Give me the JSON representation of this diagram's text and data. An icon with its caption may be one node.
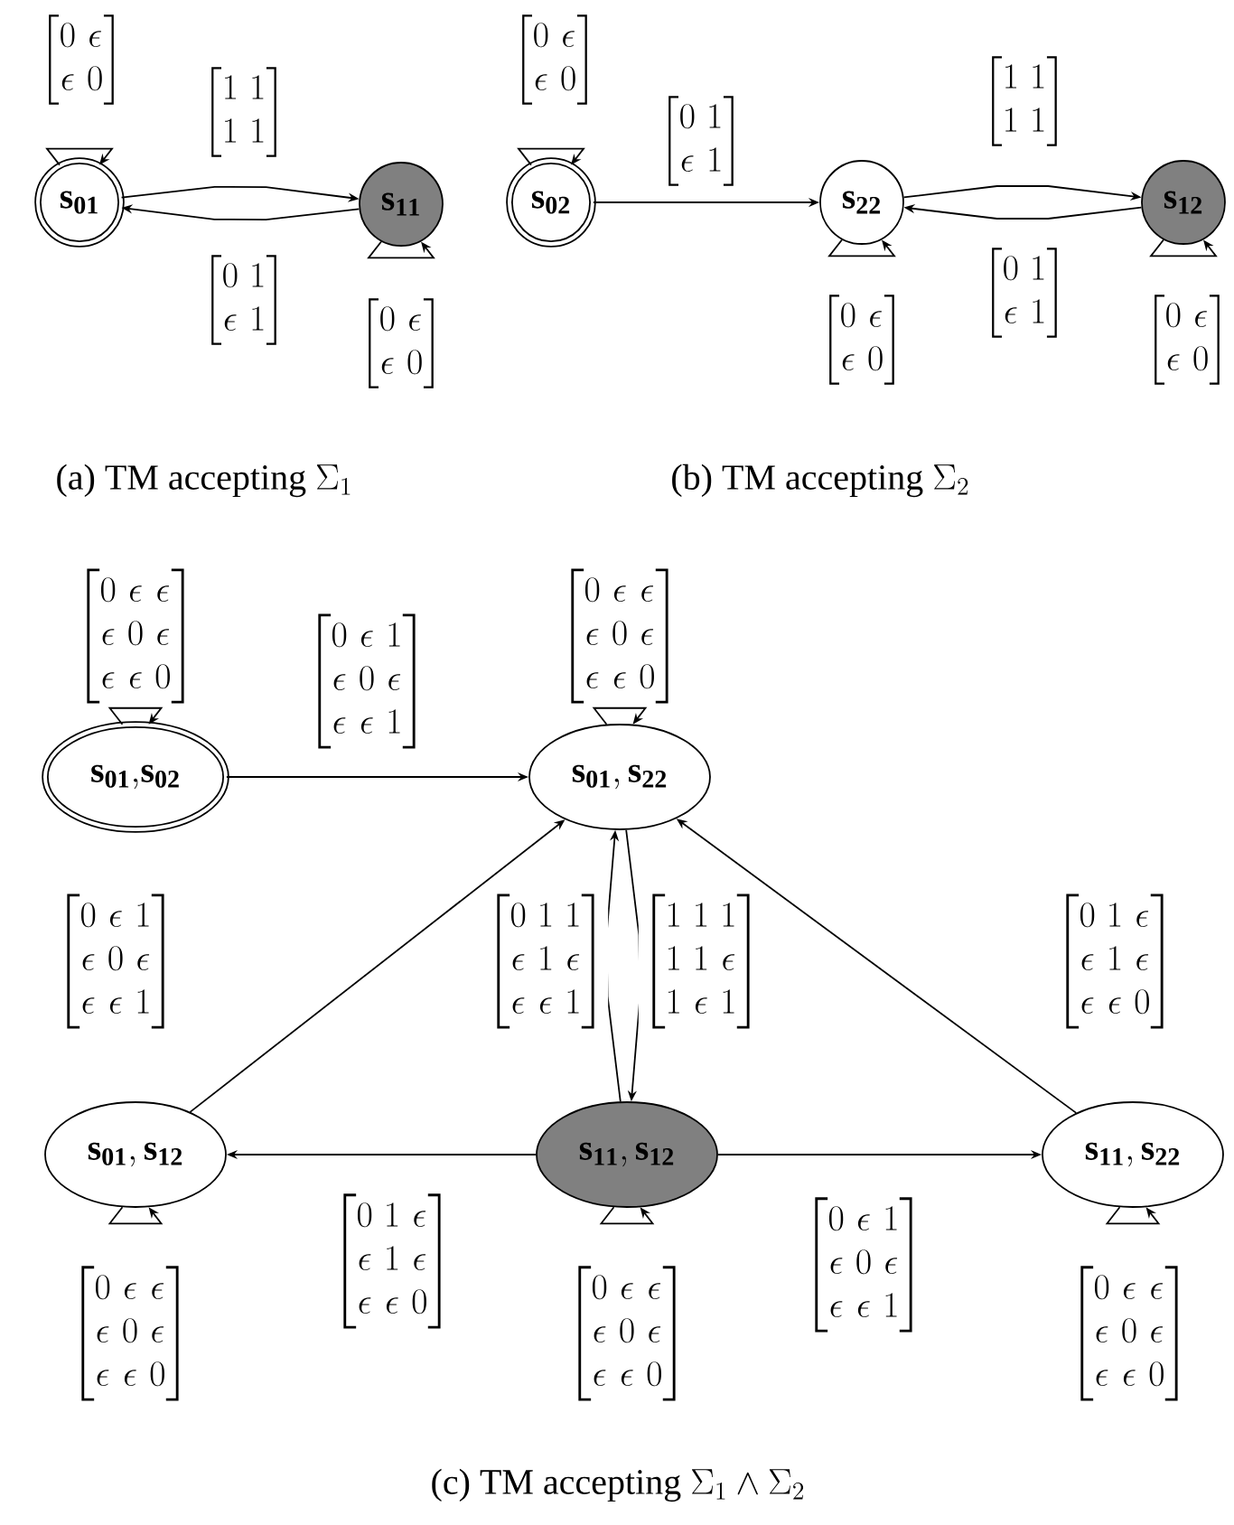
{
  "diagram": {
    "nodes": [
      {
        "text": [
          "\\mathbf{s_{01}}"
        ]
      },
      {
        "text": [
          "\\mathbf{s_{11}}"
        ]
      },
      {
        "text": [
          "\\mathbf{s_{02}}"
        ]
      },
      {
        "text": [
          "\\mathbf{s_{22}}"
        ]
      },
      {
        "text": [
          "\\mathbf{s_{12}}"
        ]
      },
      {
        "text": [
          "\\mathbf{s_{01}{,}s_{02}}"
        ]
      },
      {
        "text": [
          "\\mathbf{s_{01}}, \\mathbf{s_{22}}"
        ]
      },
      {
        "text": [
          "\\mathbf{s_{01}}, \\mathbf{s_{12}}"
        ]
      },
      {
        "text": [
          "\\mathbf{s_{11}}, \\mathbf{s_{12}}"
        ]
      },
      {
        "text": [
          "\\mathbf{s_{11}}, \\mathbf{s_{22}}"
        ]
      }
    ],
    "edges": [
      {
        "from": 0,
        "to": 0,
        "arrow": "to",
        "label": "\\begin{bmatrix}0 & \\epsilon\\\\ \\epsilon & 0\\end{bmatrix}"
      },
      {
        "from": 0,
        "to": 1,
        "arrow": "to",
        "label": "\\begin{bmatrix}1 & 1\\\\ 1 & 1\\end{bmatrix}"
      },
      {
        "from": 1,
        "to": 0,
        "arrow": "to",
        "label": "\\begin{bmatrix}0 & 1\\\\ \\epsilon & 1\\end{bmatrix}"
      },
      {
        "from": 1,
        "to": 1,
        "arrow": "to",
        "label": "\\begin{bmatrix}0 & \\epsilon\\\\ \\epsilon & 0\\end{bmatrix}"
      },
      {
        "from": 2,
        "to": 2,
        "arrow": "to",
        "label": "\\begin{bmatrix}0 & \\epsilon\\\\ \\epsilon & 0\\end{bmatrix}"
      },
      {
        "from": 2,
        "to": 3,
        "arrow": "to",
        "label": "\\begin{bmatrix}0 & 1\\\\ \\epsilon & 1\\end{bmatrix}"
      },
      {
        "from": 3,
        "to": 4,
        "arrow": "to",
        "label": "\\begin{bmatrix}1 & 1\\\\ 1 & 1\\end{bmatrix}"
      },
      {
        "from": 4,
        "to": 3,
        "arrow": "to",
        "label": "\\begin{bmatrix}0 & 1\\\\ \\epsilon & 1\\end{bmatrix}"
      },
      {
        "from": 3,
        "to": 3,
        "arrow": "to",
        "label": "\\begin{bmatrix}0 & \\epsilon\\\\ \\epsilon & 0\\end{bmatrix}"
      },
      {
        "from": 4,
        "to": 4,
        "arrow": "to",
        "label": "\\begin{bmatrix}0 & \\epsilon\\\\ \\epsilon & 0\\end{bmatrix}"
      },
      {
        "from": 5,
        "to": 5,
        "arrow": "to",
        "label": "\\begin{bmatrix}0 & \\epsilon & \\epsilon\\\\ \\epsilon & 0 & \\epsilon\\\\ \\epsilon & \\epsilon & 0\\end{bmatrix}"
      },
      {
        "from": 5,
        "to": 6,
        "arrow": "to",
        "label": "\\begin{bmatrix}0 & \\epsilon & 1\\\\ \\epsilon & 0 & \\epsilon\\\\ \\epsilon & \\epsilon & 1\\end{bmatrix}"
      },
      {
        "from": 6,
        "to": 6,
        "arrow": "to",
        "label": "\\begin{bmatrix}0 & \\epsilon & \\epsilon\\\\ \\epsilon & 0 & \\epsilon\\\\ \\epsilon & \\epsilon & 0\\end{bmatrix}"
      },
      {
        "from": 7,
        "to": 6,
        "arrow": "to",
        "label": "\\begin{bmatrix}0 & \\epsilon & 1\\\\ \\epsilon & 0 & \\epsilon\\\\ \\epsilon & \\epsilon & 1\\end{bmatrix}"
      },
      {
        "from": 8,
        "to": 6,
        "arrow": "to",
        "label": "\\begin{bmatrix}0 & 1 & 1\\\\ \\epsilon & 1 & \\epsilon\\\\ \\epsilon & \\epsilon & 1\\end{bmatrix}"
      },
      {
        "from": 6,
        "to": 8,
        "arrow": "to",
        "label": "\\begin{bmatrix}1 & 1 & 1\\\\ 1 & 1 & \\epsilon\\\\ 1 & \\epsilon & 1\\end{bmatrix}"
      },
      {
        "from": 9,
        "to": 6,
        "arrow": "to",
        "label": "\\begin{bmatrix}0 & 1 & \\epsilon\\\\ \\epsilon & 1 & \\epsilon\\\\ \\epsilon & \\epsilon & 0\\end{bmatrix}"
      },
      {
        "from": 8,
        "to": 7,
        "arrow": "to",
        "label": "\\begin{bmatrix}0 & 1 & \\epsilon\\\\ \\epsilon & 1 & \\epsilon\\\\ \\epsilon & \\epsilon & 0\\end{bmatrix}"
      },
      {
        "from": 8,
        "to": 9,
        "arrow": "to",
        "label": "\\begin{bmatrix}0 & \\epsilon & 1\\\\ \\epsilon & 0 & \\epsilon\\\\ \\epsilon & \\epsilon & 1\\end{bmatrix}"
      },
      {
        "from": 7,
        "to": 7,
        "arrow": "to",
        "label": "\\begin{bmatrix}0 & \\epsilon & \\epsilon\\\\ \\epsilon & 0 & \\epsilon\\\\ \\epsilon & \\epsilon & 0\\end{bmatrix}"
      },
      {
        "from": 8,
        "to": 8,
        "arrow": "to",
        "label": "\\begin{bmatrix}0 & \\epsilon & \\epsilon\\\\ \\epsilon & 0 & \\epsilon\\\\ \\epsilon & \\epsilon & 0\\end{bmatrix}"
      },
      {
        "from": 9,
        "to": 9,
        "arrow": "to",
        "label": "\\begin{bmatrix}0 & \\epsilon & \\epsilon\\\\ \\epsilon & 0 & \\epsilon\\\\ \\epsilon & \\epsilon & 0\\end{bmatrix}"
      }
    ],
    "labels": [
      "\\text{(a) TM accepting }\\Sigma_1",
      "\\text{(b) TM accepting }\\Sigma_2",
      "\\text{(c) TM accepting }\\Sigma_1\\wedge\\Sigma_2"
    ]
  }
}
